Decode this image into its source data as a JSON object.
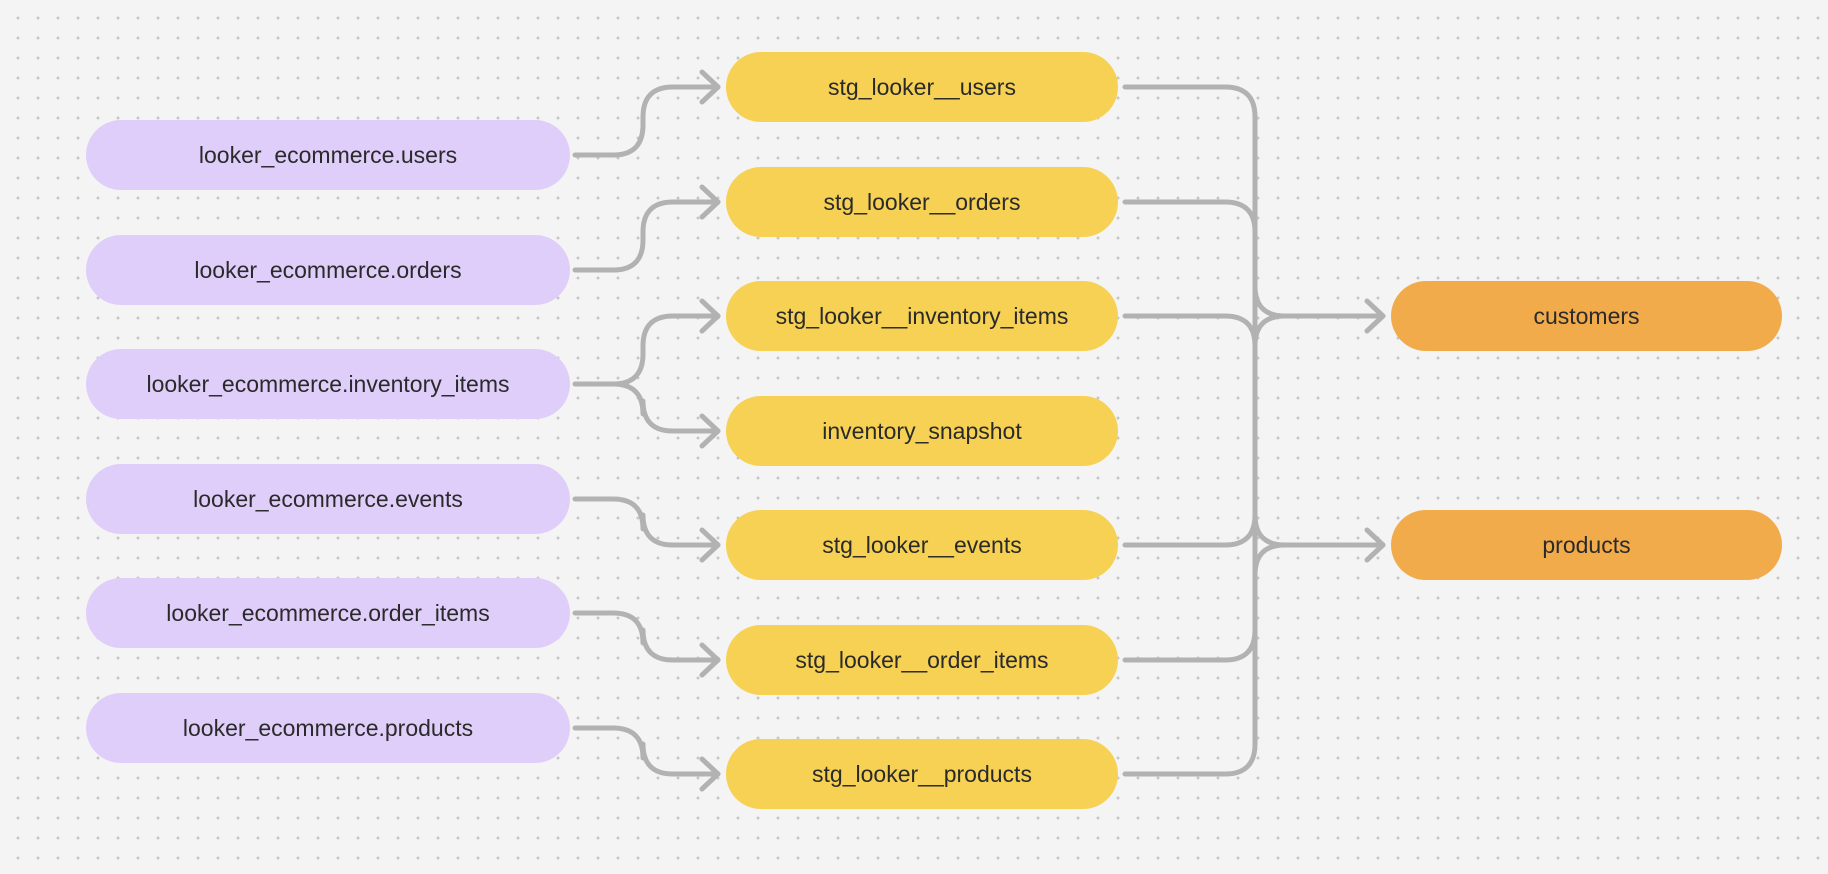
{
  "diagram": {
    "sources": [
      {
        "id": "src-users",
        "label": "looker_ecommerce.users"
      },
      {
        "id": "src-orders",
        "label": "looker_ecommerce.orders"
      },
      {
        "id": "src-inventory-items",
        "label": "looker_ecommerce.inventory_items"
      },
      {
        "id": "src-events",
        "label": "looker_ecommerce.events"
      },
      {
        "id": "src-order-items",
        "label": "looker_ecommerce.order_items"
      },
      {
        "id": "src-products",
        "label": "looker_ecommerce.products"
      }
    ],
    "staging": [
      {
        "id": "stg-users",
        "label": "stg_looker__users"
      },
      {
        "id": "stg-orders",
        "label": "stg_looker__orders"
      },
      {
        "id": "stg-inventory-items",
        "label": "stg_looker__inventory_items"
      },
      {
        "id": "inventory-snapshot",
        "label": "inventory_snapshot"
      },
      {
        "id": "stg-events",
        "label": "stg_looker__events"
      },
      {
        "id": "stg-order-items",
        "label": "stg_looker__order_items"
      },
      {
        "id": "stg-products",
        "label": "stg_looker__products"
      }
    ],
    "marts": [
      {
        "id": "customers",
        "label": "customers"
      },
      {
        "id": "products",
        "label": "products"
      }
    ],
    "edges": [
      {
        "from": "src-users",
        "to": "stg-users"
      },
      {
        "from": "src-orders",
        "to": "stg-orders"
      },
      {
        "from": "src-inventory-items",
        "to": "stg-inventory-items"
      },
      {
        "from": "src-inventory-items",
        "to": "inventory-snapshot"
      },
      {
        "from": "src-events",
        "to": "stg-events"
      },
      {
        "from": "src-order-items",
        "to": "stg-order-items"
      },
      {
        "from": "src-products",
        "to": "stg-products"
      },
      {
        "from": "stg-users",
        "to": "customers"
      },
      {
        "from": "stg-orders",
        "to": "customers"
      },
      {
        "from": "stg-inventory-items",
        "to": "customers"
      },
      {
        "from": "stg-events",
        "to": "customers"
      },
      {
        "from": "stg-order-items",
        "to": "customers"
      },
      {
        "from": "stg-products",
        "to": "customers"
      },
      {
        "from": "stg-users",
        "to": "products"
      },
      {
        "from": "stg-orders",
        "to": "products"
      },
      {
        "from": "stg-inventory-items",
        "to": "products"
      },
      {
        "from": "stg-events",
        "to": "products"
      },
      {
        "from": "stg-order-items",
        "to": "products"
      },
      {
        "from": "stg-products",
        "to": "products"
      }
    ],
    "colors": {
      "background": "#f4f4f4",
      "source_node": "#e0cefa",
      "staging_node": "#f6d153",
      "mart_node": "#f2ab4b",
      "edge": "#b2b2b2"
    }
  }
}
